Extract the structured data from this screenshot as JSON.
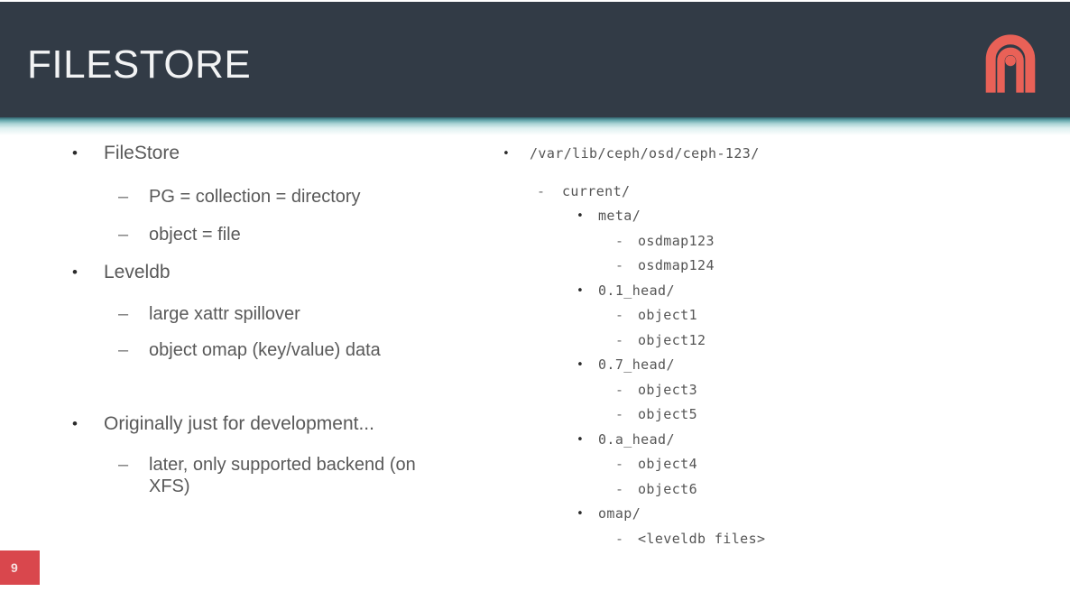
{
  "slide": {
    "title": "FILESTORE",
    "page_number": "9",
    "markers": {
      "bullet": "•",
      "dash": "–",
      "tree_dash": "-"
    },
    "colors": {
      "header_bg": "#323b46",
      "accent_teal": "#5fa3a9",
      "body_text": "#595959",
      "tree_text": "#555555",
      "page_badge_bg": "#d9474d",
      "title_text": "#f2f3f4",
      "logo_red": "#e96157"
    },
    "logo_icon": "ceph-logo",
    "left_column": {
      "items": [
        {
          "level": 1,
          "text": "FileStore"
        },
        {
          "level": 2,
          "text": "PG = collection = directory"
        },
        {
          "level": 2,
          "text": "object = file"
        },
        {
          "level": 1,
          "text": "Leveldb"
        },
        {
          "level": 2,
          "text": "large xattr spillover"
        },
        {
          "level": 2,
          "text": "object omap (key/value) data"
        },
        {
          "level": 1,
          "text": "Originally just for development..."
        },
        {
          "level": 2,
          "text": "later, only supported backend (on XFS)"
        }
      ]
    },
    "right_column": {
      "items": [
        {
          "level": 1,
          "marker": "bullet",
          "text": "/var/lib/ceph/osd/ceph-123/"
        },
        {
          "level": 2,
          "marker": "dash",
          "text": "current/"
        },
        {
          "level": 3,
          "marker": "bullet",
          "text": "meta/"
        },
        {
          "level": 4,
          "marker": "dash",
          "text": "osdmap123"
        },
        {
          "level": 4,
          "marker": "dash",
          "text": "osdmap124"
        },
        {
          "level": 3,
          "marker": "bullet",
          "text": "0.1_head/"
        },
        {
          "level": 4,
          "marker": "dash",
          "text": "object1"
        },
        {
          "level": 4,
          "marker": "dash",
          "text": "object12"
        },
        {
          "level": 3,
          "marker": "bullet",
          "text": "0.7_head/"
        },
        {
          "level": 4,
          "marker": "dash",
          "text": "object3"
        },
        {
          "level": 4,
          "marker": "dash",
          "text": "object5"
        },
        {
          "level": 3,
          "marker": "bullet",
          "text": "0.a_head/"
        },
        {
          "level": 4,
          "marker": "dash",
          "text": "object4"
        },
        {
          "level": 4,
          "marker": "dash",
          "text": "object6"
        },
        {
          "level": 3,
          "marker": "bullet",
          "text": "omap/"
        },
        {
          "level": 4,
          "marker": "dash",
          "text": "<leveldb files>"
        }
      ]
    }
  }
}
